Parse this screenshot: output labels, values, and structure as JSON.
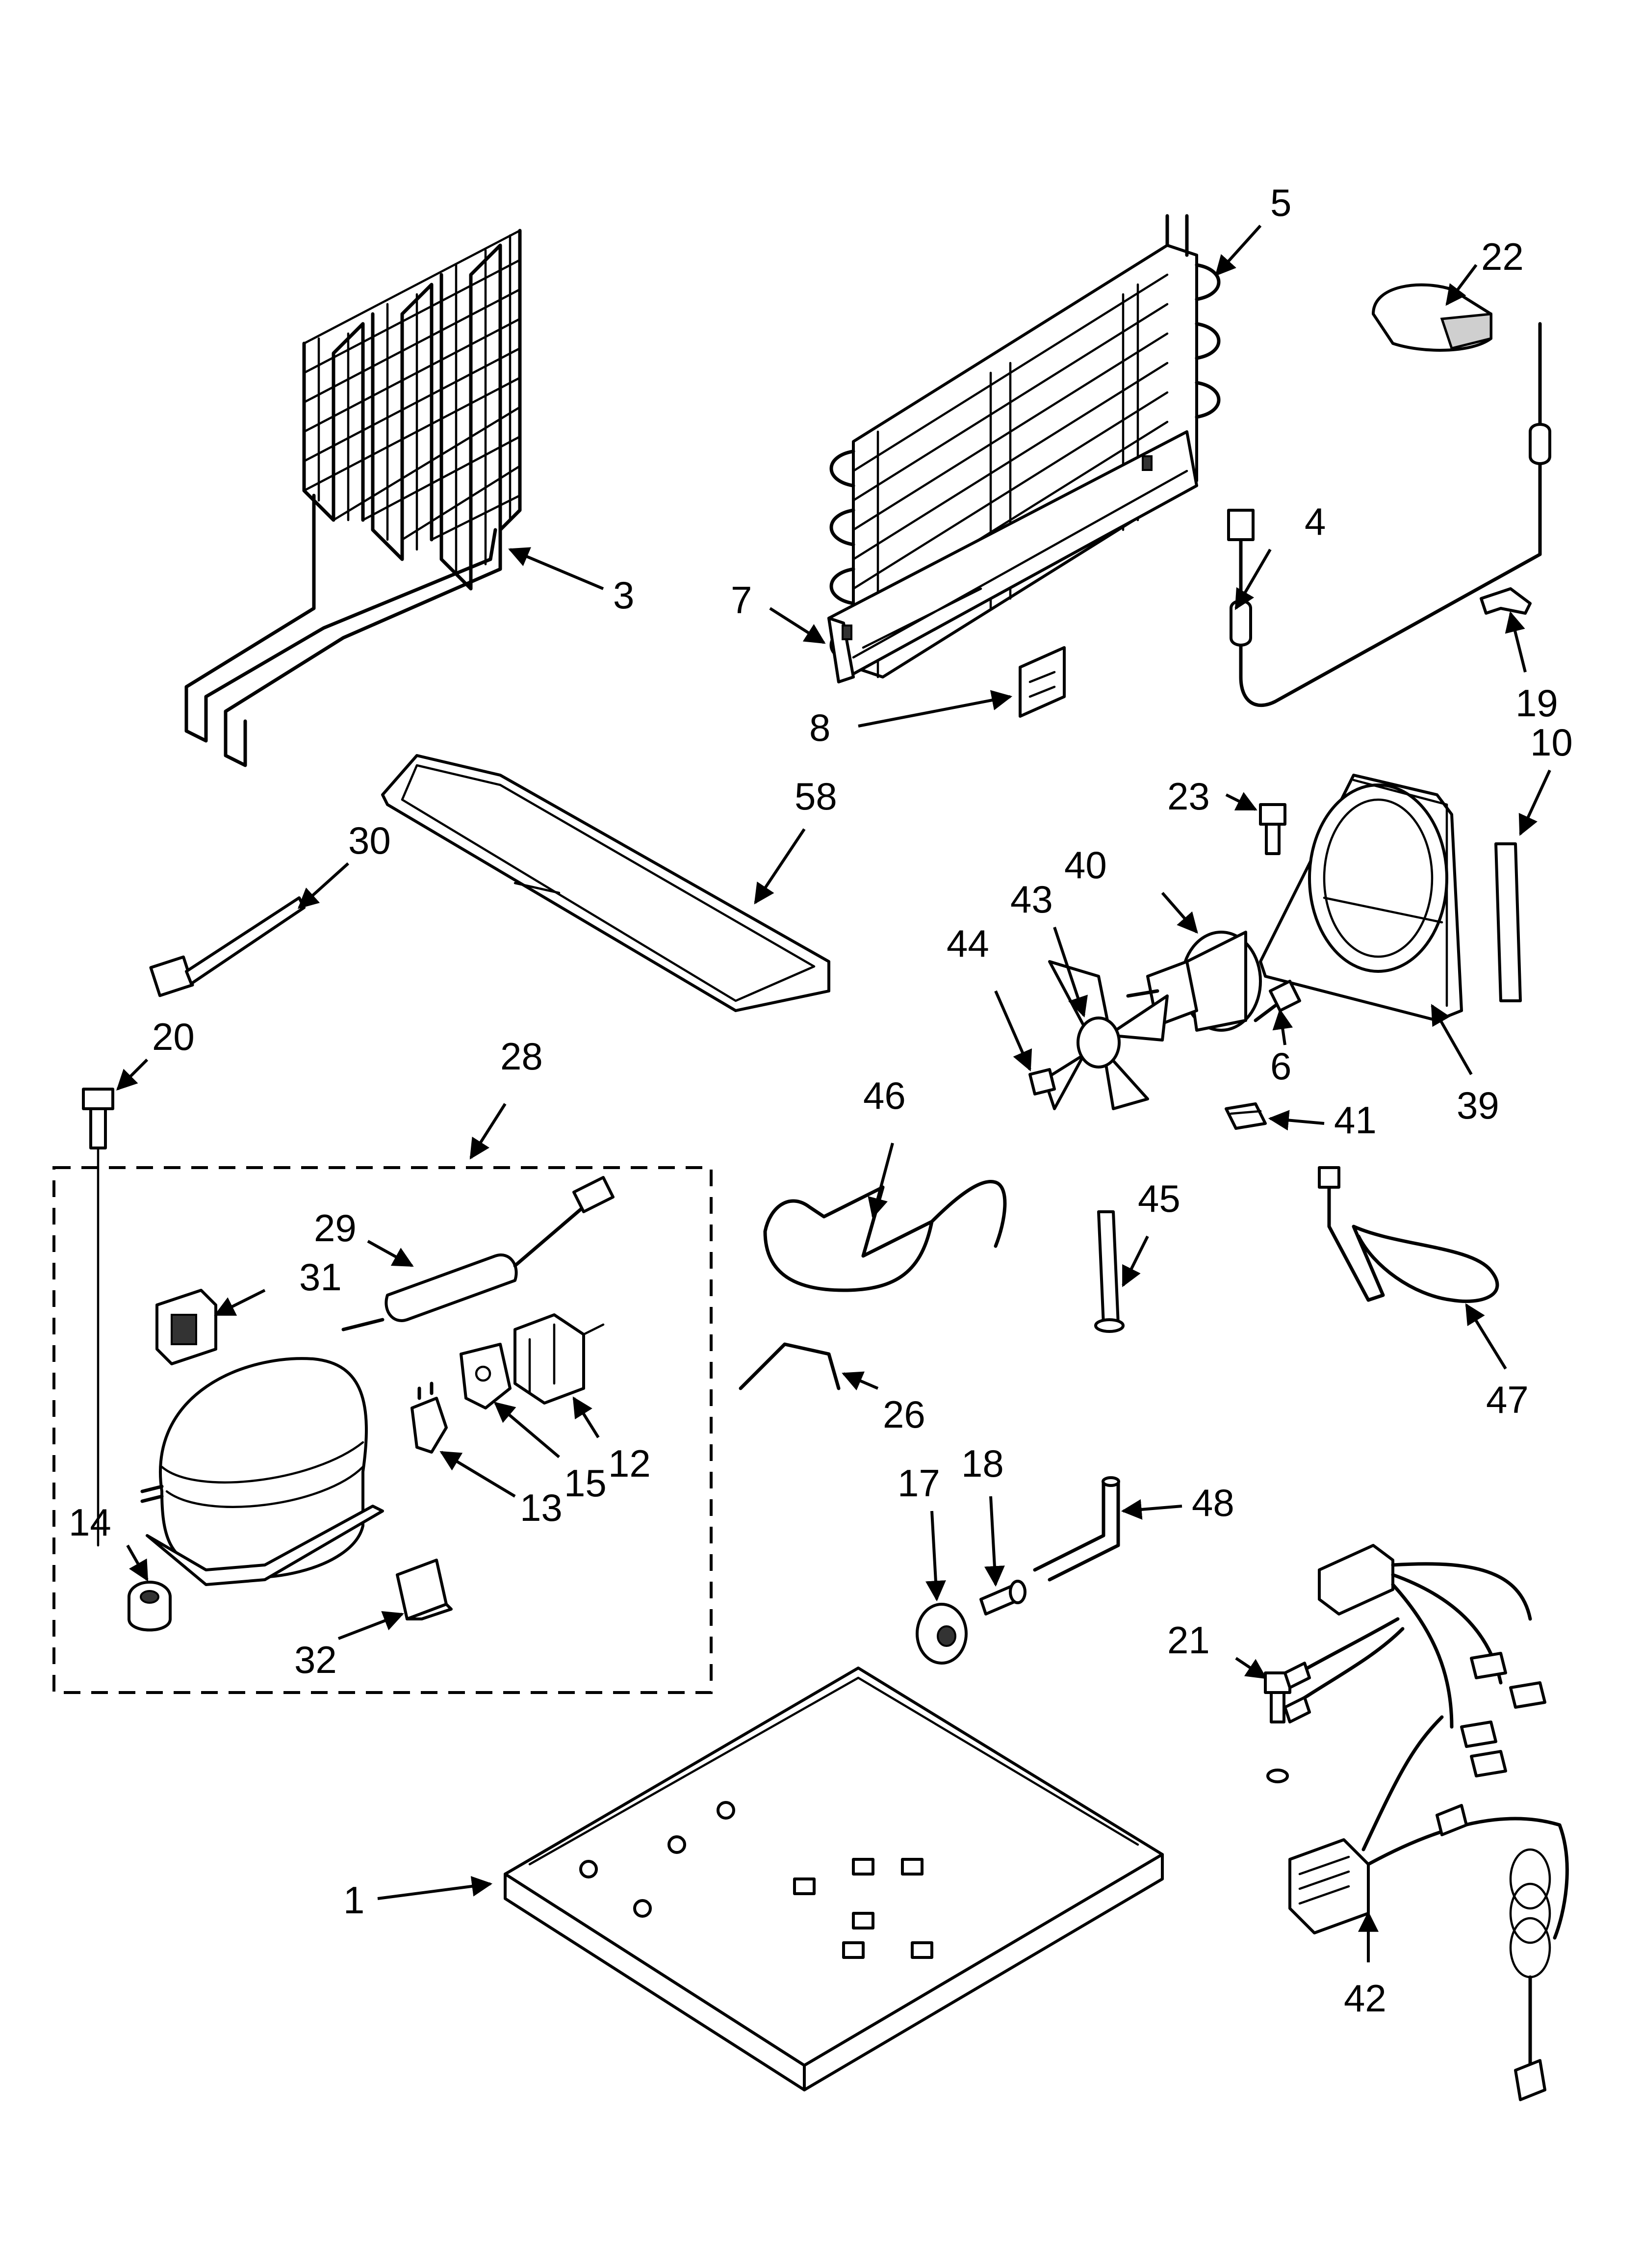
{
  "callouts": [
    {
      "id": "c1",
      "text": "1"
    },
    {
      "id": "c3",
      "text": "3"
    },
    {
      "id": "c4",
      "text": "4"
    },
    {
      "id": "c5",
      "text": "5"
    },
    {
      "id": "c6",
      "text": "6"
    },
    {
      "id": "c7",
      "text": "7"
    },
    {
      "id": "c8",
      "text": "8"
    },
    {
      "id": "c10",
      "text": "10"
    },
    {
      "id": "c12",
      "text": "12"
    },
    {
      "id": "c13",
      "text": "13"
    },
    {
      "id": "c14",
      "text": "14"
    },
    {
      "id": "c15",
      "text": "15"
    },
    {
      "id": "c17",
      "text": "17"
    },
    {
      "id": "c18",
      "text": "18"
    },
    {
      "id": "c19",
      "text": "19"
    },
    {
      "id": "c20",
      "text": "20"
    },
    {
      "id": "c21",
      "text": "21"
    },
    {
      "id": "c22",
      "text": "22"
    },
    {
      "id": "c23",
      "text": "23"
    },
    {
      "id": "c26",
      "text": "26"
    },
    {
      "id": "c28",
      "text": "28"
    },
    {
      "id": "c29",
      "text": "29"
    },
    {
      "id": "c30",
      "text": "30"
    },
    {
      "id": "c31",
      "text": "31"
    },
    {
      "id": "c32",
      "text": "32"
    },
    {
      "id": "c39",
      "text": "39"
    },
    {
      "id": "c40",
      "text": "40"
    },
    {
      "id": "c41",
      "text": "41"
    },
    {
      "id": "c42",
      "text": "42"
    },
    {
      "id": "c43",
      "text": "43"
    },
    {
      "id": "c44",
      "text": "44"
    },
    {
      "id": "c45",
      "text": "45"
    },
    {
      "id": "c46",
      "text": "46"
    },
    {
      "id": "c47",
      "text": "47"
    },
    {
      "id": "c48",
      "text": "48"
    },
    {
      "id": "c58",
      "text": "58"
    }
  ]
}
